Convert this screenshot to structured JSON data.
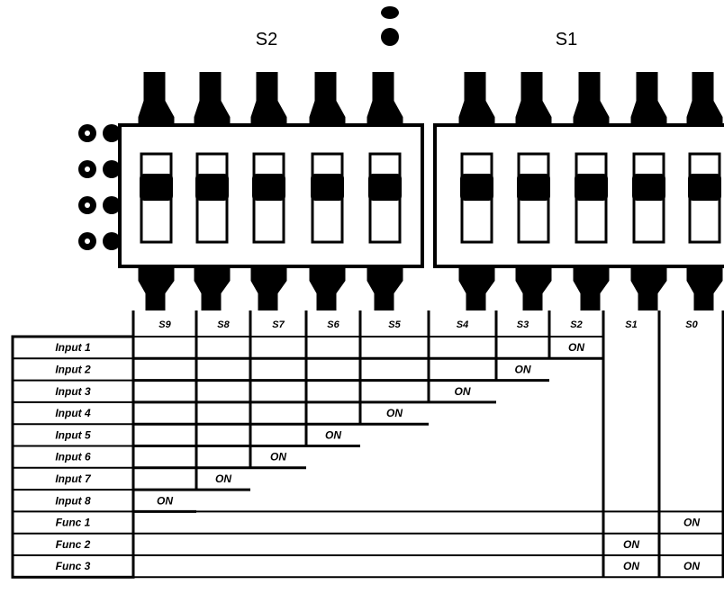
{
  "groups": {
    "s2": "S2",
    "s1": "S1"
  },
  "switches": [
    "S9",
    "S8",
    "S7",
    "S6",
    "S5",
    "S4",
    "S3",
    "S2",
    "S1",
    "S0"
  ],
  "on_label": "ON",
  "rows": [
    {
      "label": "Input 1",
      "on": [
        "S2"
      ]
    },
    {
      "label": "Input 2",
      "on": [
        "S3"
      ]
    },
    {
      "label": "Input 3",
      "on": [
        "S4"
      ]
    },
    {
      "label": "Input 4",
      "on": [
        "S5"
      ]
    },
    {
      "label": "Input 5",
      "on": [
        "S6"
      ]
    },
    {
      "label": "Input 6",
      "on": [
        "S7"
      ]
    },
    {
      "label": "Input 7",
      "on": [
        "S8"
      ]
    },
    {
      "label": "Input 8",
      "on": [
        "S9"
      ]
    },
    {
      "label": "Func 1",
      "on": [
        "S0"
      ]
    },
    {
      "label": "Func 2",
      "on": [
        "S1"
      ]
    },
    {
      "label": "Func 3",
      "on": [
        "S1",
        "S0"
      ]
    }
  ]
}
